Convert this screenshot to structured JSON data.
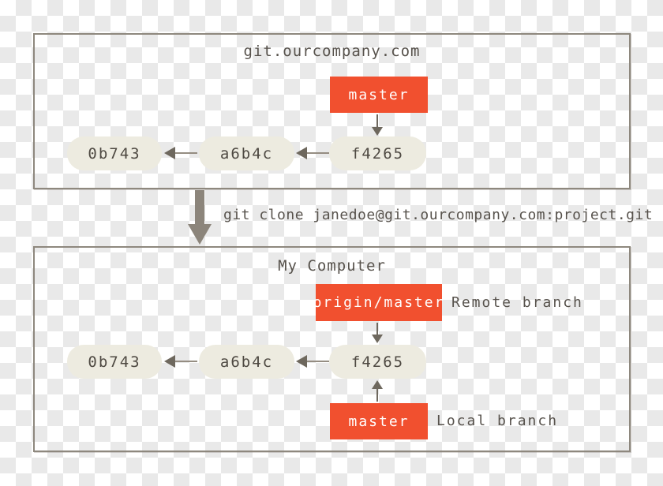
{
  "colors": {
    "branch_accent": "#f1502f",
    "commit_node_fill": "#edebe0",
    "line_color": "#8c857b",
    "text_color": "#57524c",
    "checker_gray": "#e9e9e9"
  },
  "remote": {
    "title": "git.ourcompany.com",
    "branch_label": "master",
    "commits": [
      "0b743",
      "a6b4c",
      "f4265"
    ]
  },
  "clone": {
    "command": "git clone janedoe@git.ourcompany.com:project.git"
  },
  "local": {
    "title": "My Computer",
    "remote_branch": {
      "label": "origin/master",
      "caption": "Remote branch"
    },
    "local_branch": {
      "label": "master",
      "caption": "Local branch"
    },
    "commits": [
      "0b743",
      "a6b4c",
      "f4265"
    ]
  }
}
